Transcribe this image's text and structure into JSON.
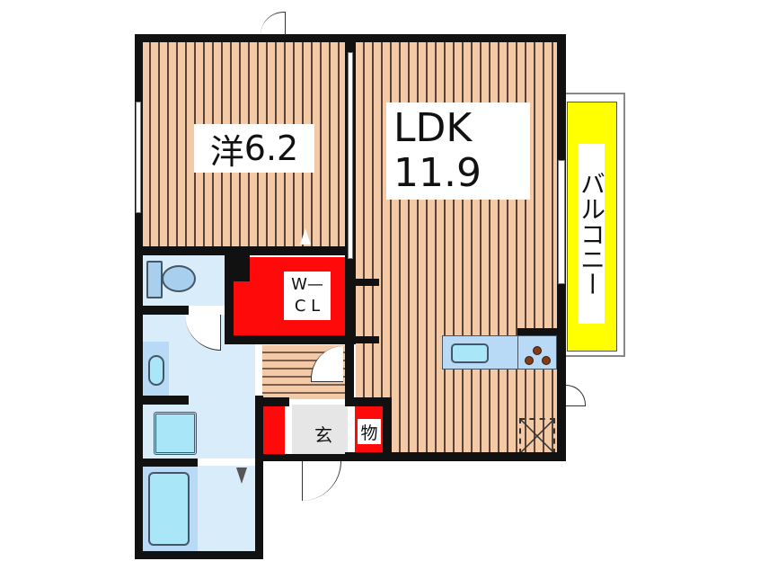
{
  "floorplan": {
    "rooms": [
      {
        "id": "western-room",
        "label_kanji": "洋",
        "size": "6.2",
        "type": "Western-style room"
      },
      {
        "id": "ldk",
        "label": "LDK",
        "size": "11.9",
        "type": "Living/Dining/Kitchen"
      },
      {
        "id": "wcl",
        "label_line1": "W—",
        "label_line2": "C L",
        "type": "Walk-in closet"
      },
      {
        "id": "entrance",
        "label": "玄",
        "type": "Entrance"
      },
      {
        "id": "storage",
        "label": "物",
        "type": "Storage"
      },
      {
        "id": "balcony",
        "label": "バルコニー",
        "type": "Balcony"
      },
      {
        "id": "toilet",
        "type": "Toilet"
      },
      {
        "id": "washroom",
        "type": "Washroom"
      },
      {
        "id": "bathroom",
        "type": "Bathroom"
      }
    ],
    "colors": {
      "wall": "#111111",
      "floor": "#f3c9a6",
      "floor_line": "#5a4236",
      "closet": "#ff0a0a",
      "wet_area": "#d9ecfa",
      "fixture": "#a9e6f7",
      "balcony": "#ffff00",
      "entrance_tile": "#d6d6d6"
    }
  }
}
